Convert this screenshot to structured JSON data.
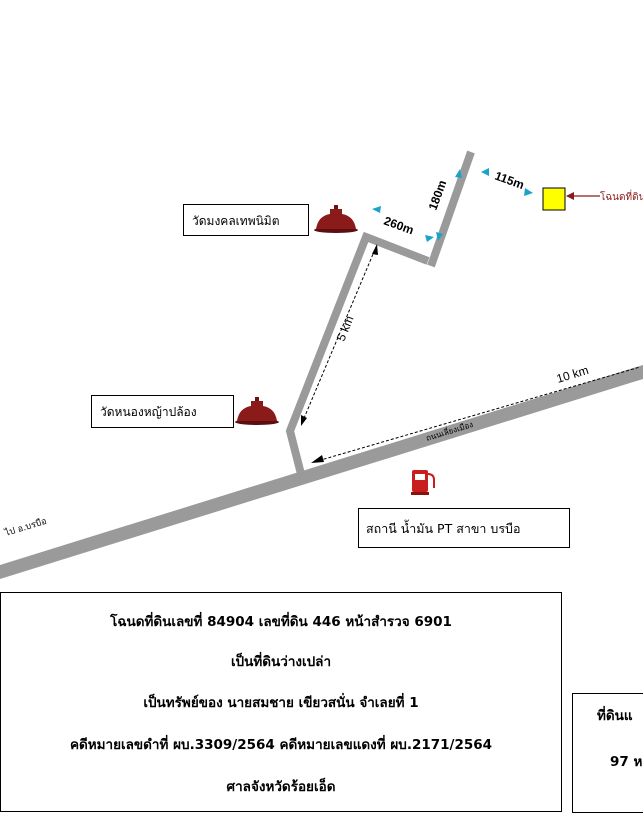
{
  "map": {
    "temple_1": "วัดมงคลเทพนิมิต",
    "temple_2": "วัดหนองหญ้าปล้อง",
    "gas_station": "สถานี น้ำมัน PT สาขา บรบือ",
    "main_road_label": "ถนนเลี่ยงเมือง",
    "left_road_label": "ไป อ.บรบือ",
    "target_label": "โฉนดที่ดิน",
    "distances": {
      "d_10km": "10 km",
      "d_5km": "5 km",
      "d_260m": "260m",
      "d_180m": "180m",
      "d_115m": "115m"
    }
  },
  "info": {
    "line1": "โฉนดที่ดินเลขที่ 84904 เลขที่ดิน 446 หน้าสำรวจ 6901",
    "line2": "เป็นที่ดินว่างเปล่า",
    "line3": "เป็นทรัพย์ของ นายสมชาย เขียวสนั่น จำเลยที่ 1",
    "line4": "คดีหมายเลขดำที่ ผบ.3309/2564 คดีหมายเลขแดงที่ ผบ.2171/2564",
    "line5": "ศาลจังหวัดร้อยเอ็ด"
  },
  "side_info": {
    "line1": "ที่ดินแ",
    "line2": "97 ห"
  },
  "colors": {
    "road": "#9a9a9a",
    "arrow": "#1aa3c9",
    "target": "#ffff00",
    "temple": "#8b1a1a",
    "fuel": "#c81e1e"
  }
}
